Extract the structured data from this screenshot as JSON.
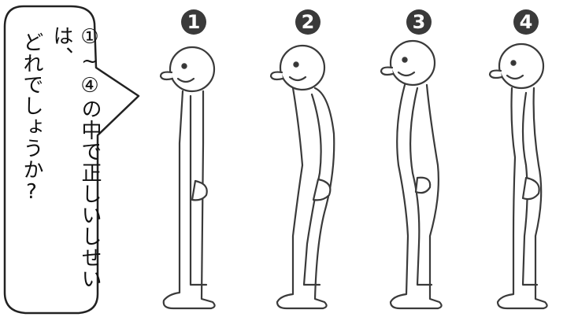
{
  "question": {
    "line1": "①~④の中で正しいしせいは、",
    "line2": "どれでしょうか?"
  },
  "figures": [
    {
      "number": "1",
      "posture": "straight-back"
    },
    {
      "number": "2",
      "posture": "hunched-back"
    },
    {
      "number": "3",
      "posture": "arched-back"
    },
    {
      "number": "4",
      "posture": "natural-s-curve"
    }
  ]
}
